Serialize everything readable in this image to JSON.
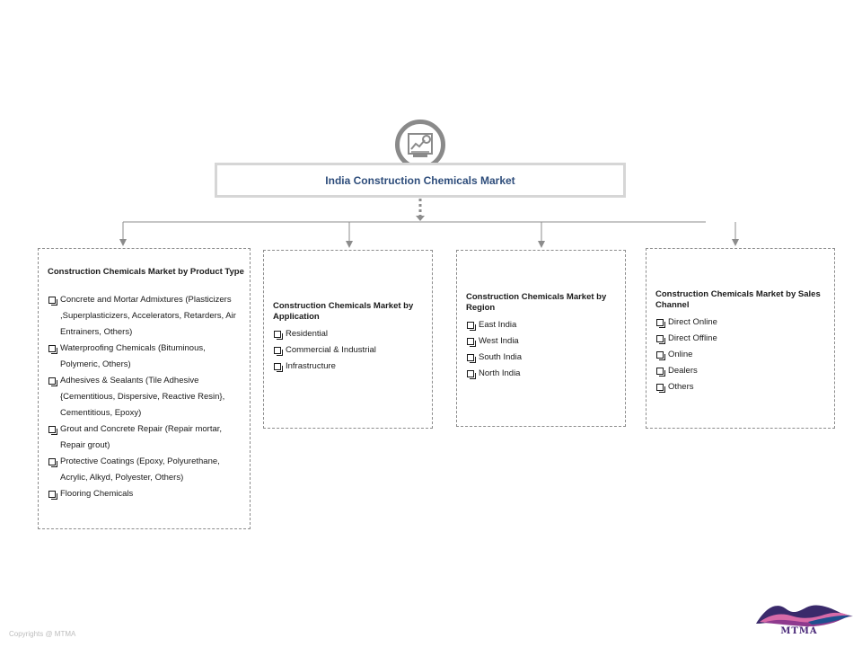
{
  "diagram": {
    "title": "India Construction Chemicals Market",
    "hub_icon": "market-report-icon",
    "colors": {
      "title_text": "#2e4d7b",
      "connector": "#8c8c8c",
      "box_border": "#8c8c8c",
      "icon_ring": "#8a8a8a"
    }
  },
  "categories": [
    {
      "heading": "Construction Chemicals Market by Product Type",
      "items": [
        "Concrete and Mortar Admixtures (Plasticizers ,Superplasticizers, Accelerators, Retarders, Air Entrainers, Others)",
        "Waterproofing Chemicals (Bituminous, Polymeric, Others)",
        "Adhesives & Sealants (Tile Adhesive {Cementitious, Dispersive, Reactive Resin}, Cementitious, Epoxy)",
        "Grout and Concrete Repair (Repair mortar, Repair grout)",
        "Protective Coatings (Epoxy, Polyurethane, Acrylic, Alkyd, Polyester, Others)",
        "Flooring Chemicals"
      ]
    },
    {
      "heading": "Construction Chemicals Market by Application",
      "items": [
        "Residential",
        "Commercial & Industrial",
        "Infrastructure"
      ]
    },
    {
      "heading": "Construction Chemicals Market by Region",
      "items": [
        "East India",
        "West India",
        "South India",
        "North India"
      ]
    },
    {
      "heading": "Construction Chemicals Market by Sales Channel",
      "items": [
        "Direct Online",
        "Direct Offline",
        "Online",
        "Dealers",
        "Others"
      ]
    }
  ],
  "footer": {
    "copyright": "Copyrights @ MTMA",
    "logo_text": "MTMA",
    "logo_colors": [
      "#3a2a6b",
      "#8e3a8e",
      "#d86aa8",
      "#1f4f8f"
    ]
  }
}
